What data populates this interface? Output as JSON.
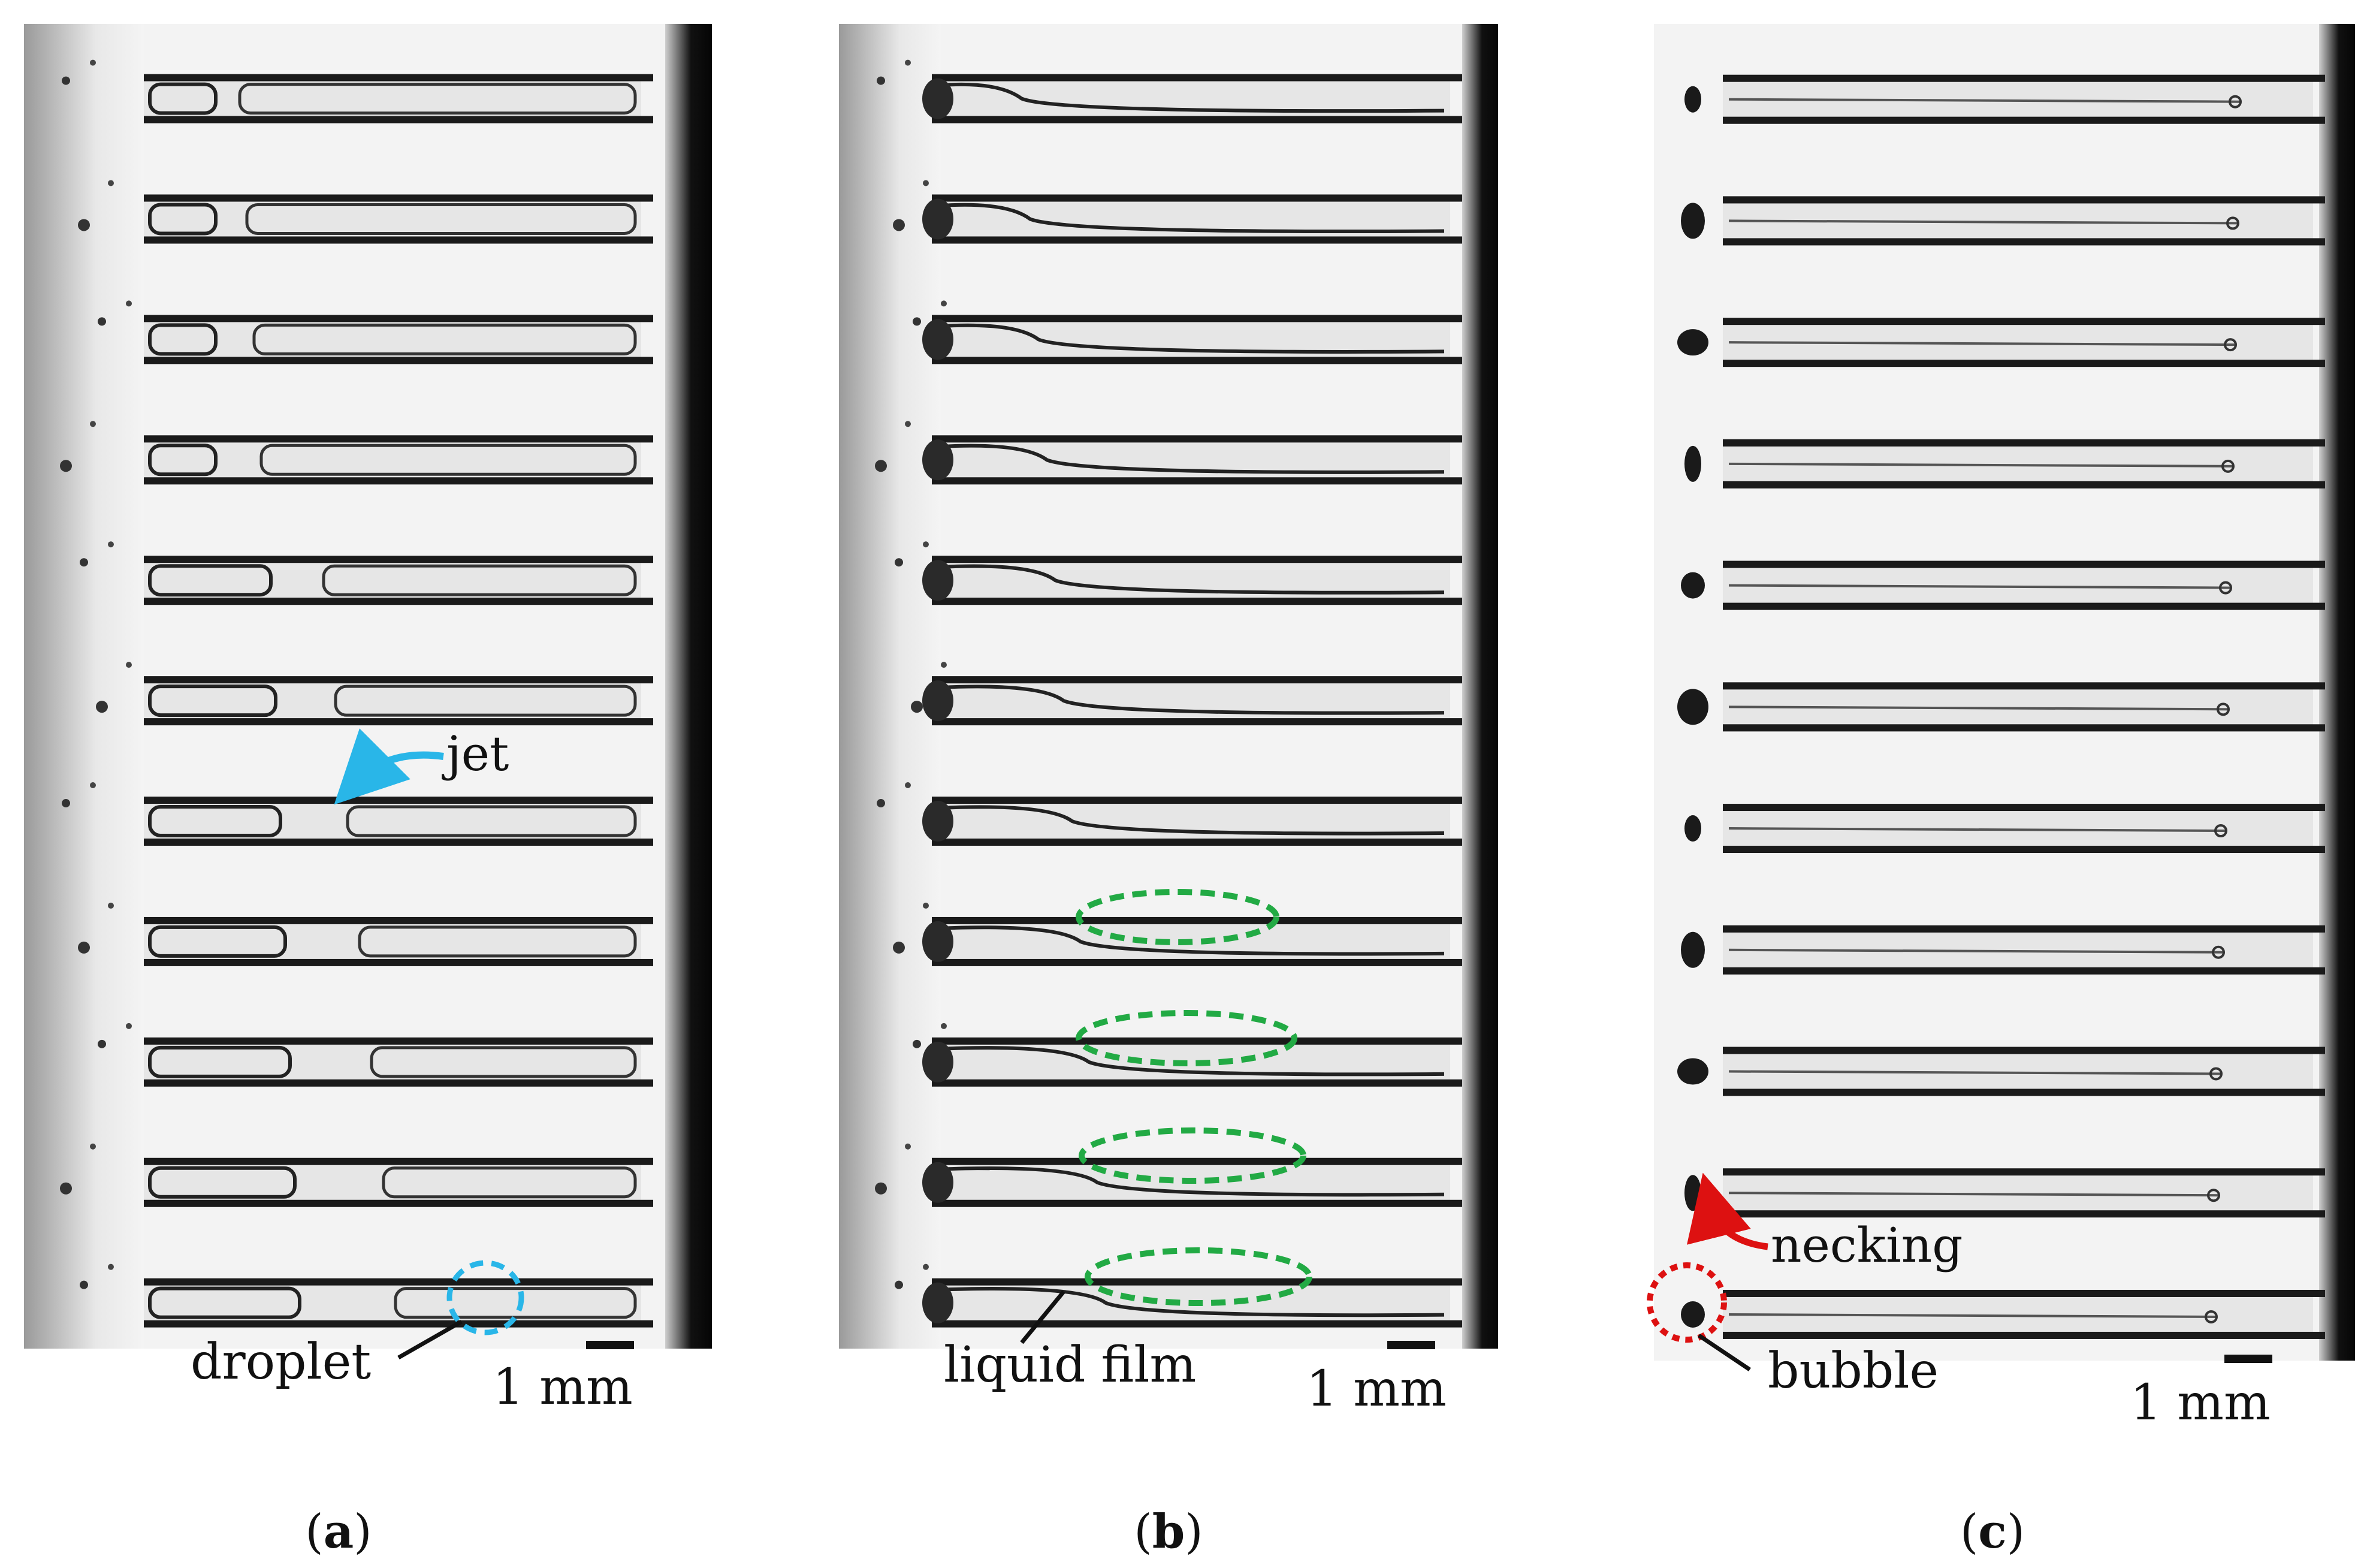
{
  "panels": [
    {
      "id": "a",
      "caption_open": "(",
      "caption_letter": "a",
      "caption_close": ")",
      "scale_label": "1 mm",
      "annotations": [
        "jet",
        "droplet"
      ],
      "highlight_color": "#29b6e8"
    },
    {
      "id": "b",
      "caption_open": "(",
      "caption_letter": "b",
      "caption_close": ")",
      "scale_label": "1 mm",
      "annotations": [
        "liquid film"
      ],
      "highlight_color": "#22aa44"
    },
    {
      "id": "c",
      "caption_open": "(",
      "caption_letter": "c",
      "caption_close": ")",
      "scale_label": "1 mm",
      "annotations": [
        "necking",
        "bubble"
      ],
      "highlight_color": "#dd1111"
    }
  ],
  "labels": {
    "jet": "jet",
    "droplet": "droplet",
    "liquid_film": "liquid film",
    "necking": "necking",
    "bubble": "bubble"
  },
  "frames_per_panel": 11,
  "colors": {
    "background": "#ffffff",
    "tube_wall": "#1a1a1a",
    "tube_inner": "#e6e6e6",
    "jet_arrow": "#29b6e8",
    "film_outline": "#22aa44",
    "necking_arrow": "#dd1111",
    "bubble_outline": "#dd1111",
    "droplet_outline": "#29b6e8"
  }
}
